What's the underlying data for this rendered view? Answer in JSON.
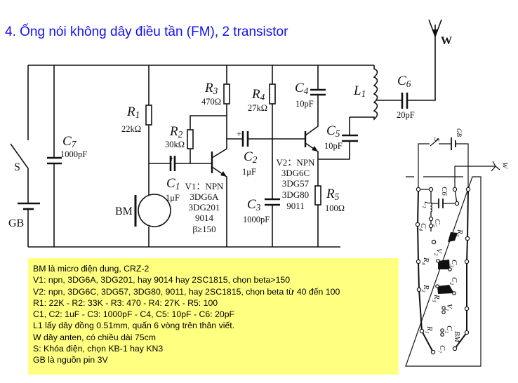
{
  "title": "4. Ống nói không dây điều tần (FM), 2 transistor",
  "schematic": {
    "S": "S",
    "GB": "GB",
    "BM": "BM",
    "W": "W",
    "C7": {
      "name": "C7",
      "value": "1000pF"
    },
    "R1": {
      "name": "R1",
      "value": "22kΩ"
    },
    "R2": {
      "name": "R2",
      "value": "30kΩ"
    },
    "R3": {
      "name": "R3",
      "value": "470Ω"
    },
    "R4": {
      "name": "R4",
      "value": "27kΩ"
    },
    "R5": {
      "name": "R5",
      "value": "100Ω"
    },
    "C1": {
      "name": "C1",
      "value": "1μF"
    },
    "C2": {
      "name": "C2",
      "value": "1μF"
    },
    "C3": {
      "name": "C3",
      "value": "1000pF"
    },
    "C4": {
      "name": "C4",
      "value": "10pF"
    },
    "C5": {
      "name": "C5",
      "value": "10pF"
    },
    "C6": {
      "name": "C6",
      "value": "20pF"
    },
    "L1": {
      "name": "L1"
    },
    "plus": "+",
    "V1": [
      "V1：NPN",
      "3DG6A",
      "3DG201",
      "9014",
      "β≥150"
    ],
    "V2": [
      "V2：NPN",
      "3DG6C",
      "3DG57",
      "3DG80",
      "9011"
    ]
  },
  "pcb": {
    "labels": [
      "S",
      "GB",
      "W",
      "C6",
      "L1",
      "C4",
      "C5",
      "R5",
      "V2",
      "C3",
      "R4",
      "R2",
      "C2",
      "R3",
      "V1",
      "C1",
      "R1",
      "BM",
      "C7"
    ]
  },
  "notes": [
    "BM là micro điện dung, CRZ-2",
    "V1: npn, 3DG6A, 3DG201, hay 9014 hay 2SC1815, chọn beta>150",
    "V2: npn, 3DG6C, 3DG57, 3DG80, 9011, hay 2SC1815, chọn beta từ 40 đến 100",
    "R1: 22K - R2: 33K - R3: 470 - R4: 27K - R5: 100",
    "C1, C2: 1uF - C3: 1000pF - C4, C5: 10pF - C6: 20pF",
    "L1 lấy dây đồng 0.51mm, quấn 6 vòng trên thân viết.",
    "W dây anten, có chiều dài 75cm",
    "S: Khóa điện, chọn KB-1 hay KN3",
    "GB là nguồn pin 3V"
  ],
  "colors": {
    "title": "#1010f0",
    "notes_background": "#ffff80"
  }
}
